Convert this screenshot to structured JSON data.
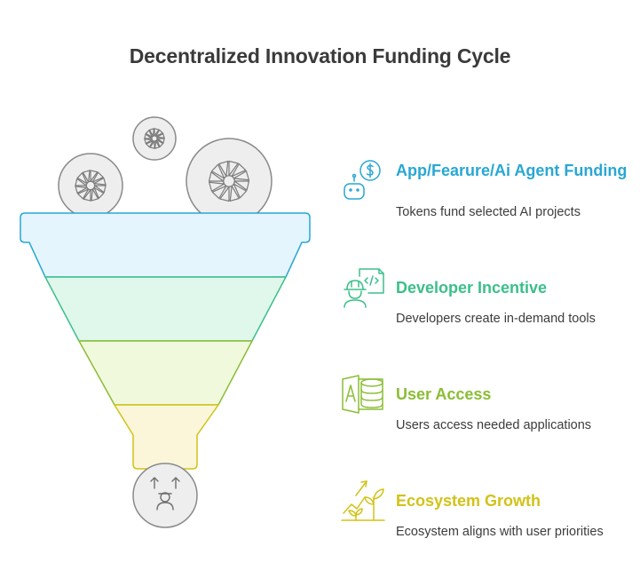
{
  "title": "Decentralized Innovation Funding Cycle",
  "colors": {
    "stage1": "#29a7d3",
    "stage2": "#3bbf8a",
    "stage3": "#8bbd35",
    "stage4": "#d2c218",
    "bubble": "#eeeeee",
    "bubble_stroke": "#8a8a8a"
  },
  "icons": {
    "input_bubbles": [
      "pinwheel-icon",
      "pinwheel-icon",
      "pinwheel-icon"
    ],
    "output_bubble": "people-growth-icon"
  },
  "stages": [
    {
      "title": "App/Fearure/Ai Agent Funding",
      "description": "Tokens fund selected AI projects",
      "icon": "robot-dollar-icon",
      "color": "#29a7d3"
    },
    {
      "title": "Developer Incentive",
      "description": "Developers create in-demand tools",
      "icon": "developer-code-icon",
      "color": "#3bbf8a"
    },
    {
      "title": "User Access",
      "description": "Users access needed applications",
      "icon": "access-database-icon",
      "color": "#8bbd35"
    },
    {
      "title": "Ecosystem Growth",
      "description": "Ecosystem aligns with user priorities",
      "icon": "sprout-growth-icon",
      "color": "#d2c218"
    }
  ]
}
